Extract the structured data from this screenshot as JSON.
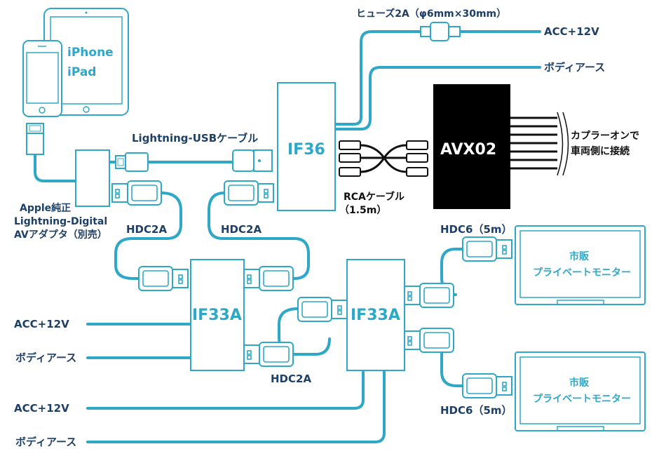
{
  "labels": {
    "iphone": "iPhone",
    "ipad": "iPad",
    "fuse": "ヒューズ2A（φ6mm×30mm）",
    "acc_top": "ACC+12V",
    "body_top": "ボディアース",
    "lightning_usb": "Lightning-USBケーブル",
    "if36": "IF36",
    "avx02": "AVX02",
    "coupler_line1": "カプラーオンで",
    "coupler_line2": "車両側に接続",
    "rca_line1": "RCAケーブル",
    "rca_line2": "（1.5m）",
    "adapter_line1": "Apple純正",
    "adapter_line2": "Lightning-Digital",
    "adapter_line3": "AVアダプタ（別売）",
    "hdc2a_left": "HDC2A",
    "hdc2a_mid": "HDC2A",
    "hdc2a_bottom": "HDC2A",
    "if33a_left": "IF33A",
    "if33a_right": "IF33A",
    "hdc6_top": "HDC6（5m）",
    "hdc6_bottom": "HDC6（5m）",
    "monitor1_line1": "市販",
    "monitor1_line2": "プライベートモニター",
    "monitor2_line1": "市販",
    "monitor2_line2": "プライベートモニター",
    "acc_mid": "ACC+12V",
    "body_mid": "ボディアース",
    "acc_bottom": "ACC+12V",
    "body_bottom": "ボディアース"
  },
  "colors": {
    "cable": "#2fa8c8",
    "text": "#1e3f66",
    "dark": "#000000"
  }
}
